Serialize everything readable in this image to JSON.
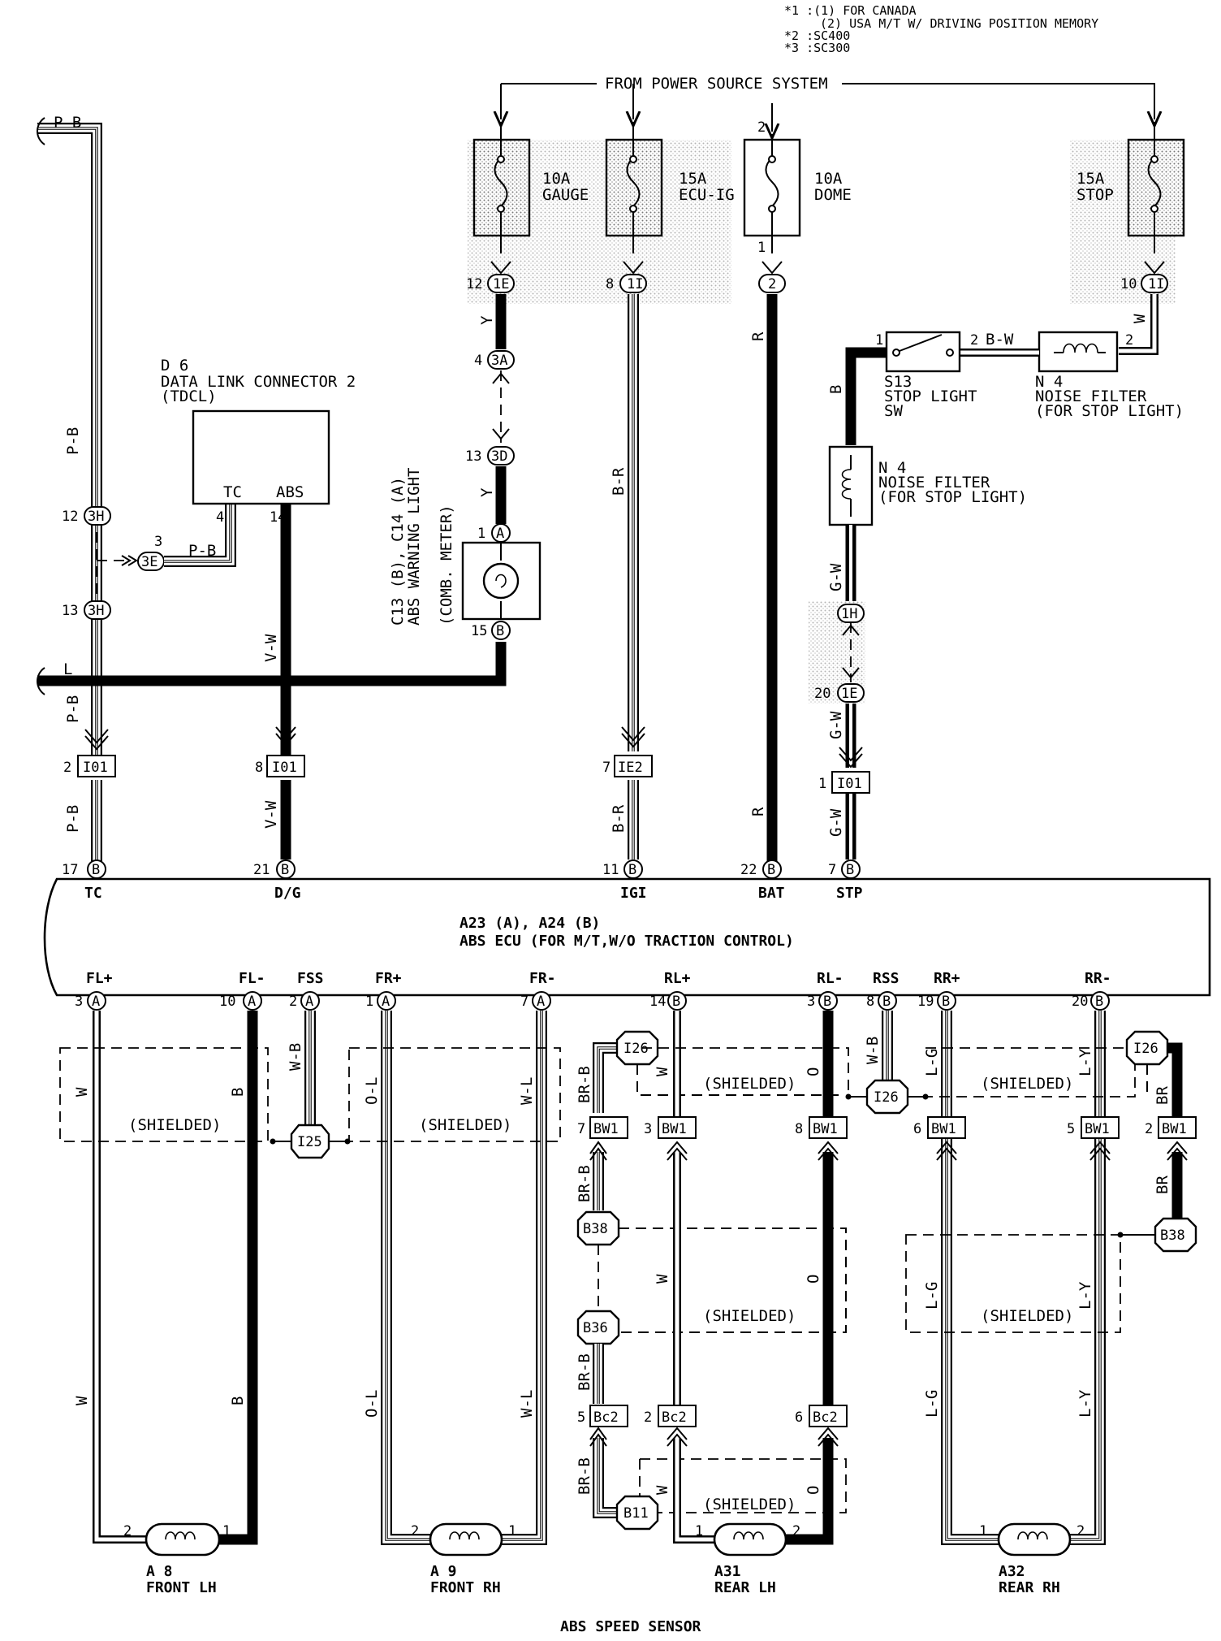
{
  "notes": [
    "*1 :(1) FOR CANADA",
    "(2) USA M/T W/ DRIVING POSITION MEMORY",
    "*2 :SC400",
    "*3 :SC300"
  ],
  "power_source": "FROM POWER SOURCE SYSTEM",
  "fuses": [
    {
      "amp": "10A",
      "name": "GAUGE"
    },
    {
      "amp": "15A",
      "name": "ECU-IG"
    },
    {
      "amp": "10A",
      "name": "DOME"
    },
    {
      "amp": "15A",
      "name": "STOP"
    }
  ],
  "dlc": {
    "id": "D 6",
    "name": "DATA LINK CONNECTOR 2",
    "sub": "(TDCL)",
    "pin_tc": "TC",
    "pin_abs": "ABS"
  },
  "abs_light": {
    "id": "C13 (B), C14 (A)",
    "name": "ABS WARNING LIGHT",
    "sub": "(COMB. METER)"
  },
  "stop_sw": {
    "id": "S13",
    "name": "STOP LIGHT",
    "sub": "SW"
  },
  "noise_filter": {
    "id": "N 4",
    "name": "NOISE FILTER",
    "sub": "(FOR STOP LIGHT)"
  },
  "shielded": "(SHIELDED)",
  "ecu": {
    "id": "A23 (A), A24 (B)",
    "name": "ABS ECU (FOR M/T,W/O TRACTION CONTROL)",
    "top_pins": [
      "TC",
      "D/G",
      "IGI",
      "BAT",
      "STP"
    ],
    "bottom_pins": [
      "FL+",
      "FL-",
      "FSS",
      "FR+",
      "FR-",
      "RL+",
      "RL-",
      "RSS",
      "RR+",
      "RR-"
    ]
  },
  "sensors": [
    {
      "id": "A 8",
      "pos": "FRONT LH"
    },
    {
      "id": "A 9",
      "pos": "FRONT RH"
    },
    {
      "id": "A31",
      "pos": "REAR LH"
    },
    {
      "id": "A32",
      "pos": "REAR RH"
    }
  ],
  "footer": "ABS SPEED SENSOR",
  "wire_colors": {
    "pb": "P-B",
    "l": "L",
    "vw": "V-W",
    "y": "Y",
    "br_": "B-R",
    "r": "R",
    "bw": "B-W",
    "w": "W",
    "b": "B",
    "gw": "G-W",
    "wb": "W-B",
    "ol": "O-L",
    "wl": "W-L",
    "brb": "BR-B",
    "o": "O",
    "lg": "L-G",
    "ly": "L-Y",
    "br": "BR"
  },
  "connector_ids": {
    "c1e": "1E",
    "c1i": "1I",
    "c2": "2",
    "c3a": "3A",
    "c3d": "3D",
    "c3h": "3H",
    "c3e": "3E",
    "c1h": "1H",
    "cI01": "I01",
    "cIE2": "IE2",
    "cA": "A",
    "cB": "B",
    "cI25": "I25",
    "cI26": "I26",
    "cBW1": "BW1",
    "cB38": "B38",
    "cB36": "B36",
    "cBc2": "Bc2",
    "cB11": "B11"
  },
  "pin_numbers": {
    "p1": "1",
    "p2": "2",
    "p3": "3",
    "p4": "4",
    "p5": "5",
    "p6": "6",
    "p7": "7",
    "p8": "8",
    "p10": "10",
    "p11": "11",
    "p12": "12",
    "p13": "13",
    "p14": "14",
    "p15": "15",
    "p17": "17",
    "p19": "19",
    "p20": "20",
    "p21": "21",
    "p22": "22"
  },
  "element_names": [
    "coil-symbol",
    "wire-triple",
    "wire-thick",
    "wire-thin",
    "wire-double",
    "shield-dashed-box",
    "ground-arrow",
    "switch-symbol",
    "fuse-symbol",
    "lamp-symbol"
  ]
}
